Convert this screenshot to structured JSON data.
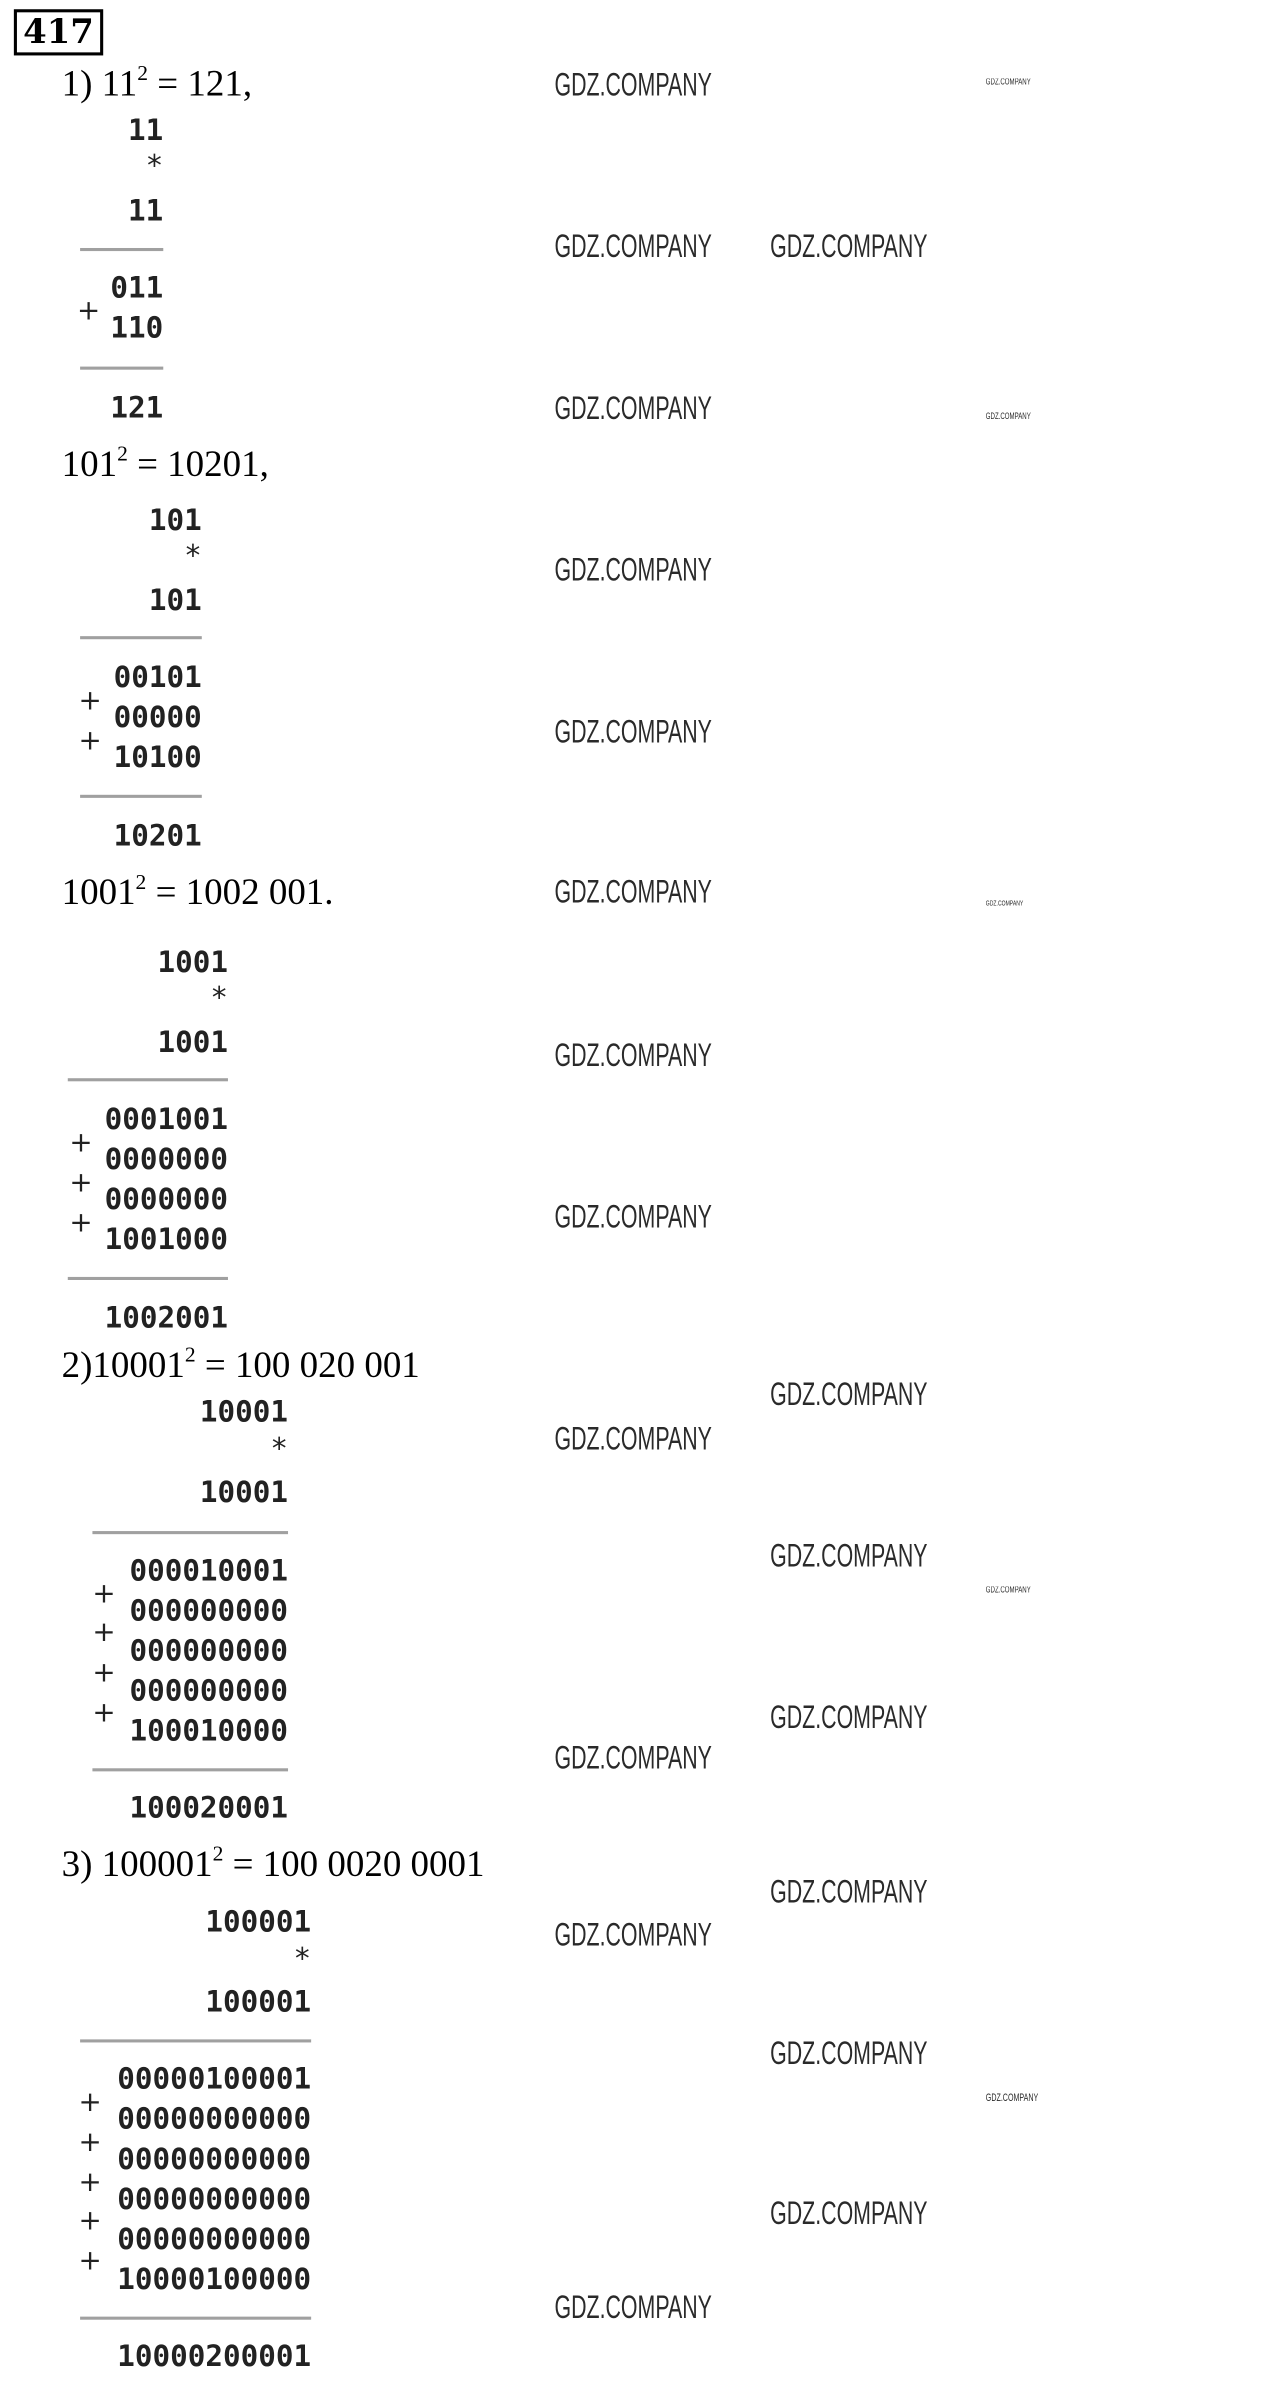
{
  "problem_number": "417",
  "watermark": "GDZ.COMPANY",
  "sections": [
    {
      "equation": {
        "lhs": "1) 11",
        "exp": "2",
        "rhs": " = 121,"
      },
      "multiplicand": "11",
      "operator": "*",
      "multiplier": "11",
      "plus": "+",
      "partials": [
        "011",
        "110"
      ],
      "result": "121"
    },
    {
      "equation": {
        "lhs": "101",
        "exp": "2",
        "rhs": " = 10201,"
      },
      "multiplicand": "101",
      "operator": "*",
      "multiplier": "101",
      "plus": "+",
      "partials": [
        "00101",
        "00000",
        "10100"
      ],
      "result": "10201"
    },
    {
      "equation": {
        "lhs": "1001",
        "exp": "2",
        "rhs": " = 1002 001."
      },
      "multiplicand": "1001",
      "operator": "*",
      "multiplier": "1001",
      "plus": "+",
      "partials": [
        "0001001",
        "0000000",
        "0000000",
        "1001000"
      ],
      "result": "1002001"
    },
    {
      "equation": {
        "lhs": "2)10001",
        "exp": "2",
        "rhs": " = 100 020 001"
      },
      "multiplicand": "10001",
      "operator": "*",
      "multiplier": "10001",
      "plus": "+",
      "partials": [
        "000010001",
        "000000000",
        "000000000",
        "000000000",
        "100010000"
      ],
      "result": "100020001"
    },
    {
      "equation": {
        "lhs": "3) 100001",
        "exp": "2",
        "rhs": " = 100 0020 0001"
      },
      "multiplicand": "100001",
      "operator": "*",
      "multiplier": "100001",
      "plus": "+",
      "partials": [
        "00000100001",
        "00000000000",
        "00000000000",
        "00000000000",
        "00000000000",
        "10000100000"
      ],
      "result": "10000200001"
    }
  ]
}
